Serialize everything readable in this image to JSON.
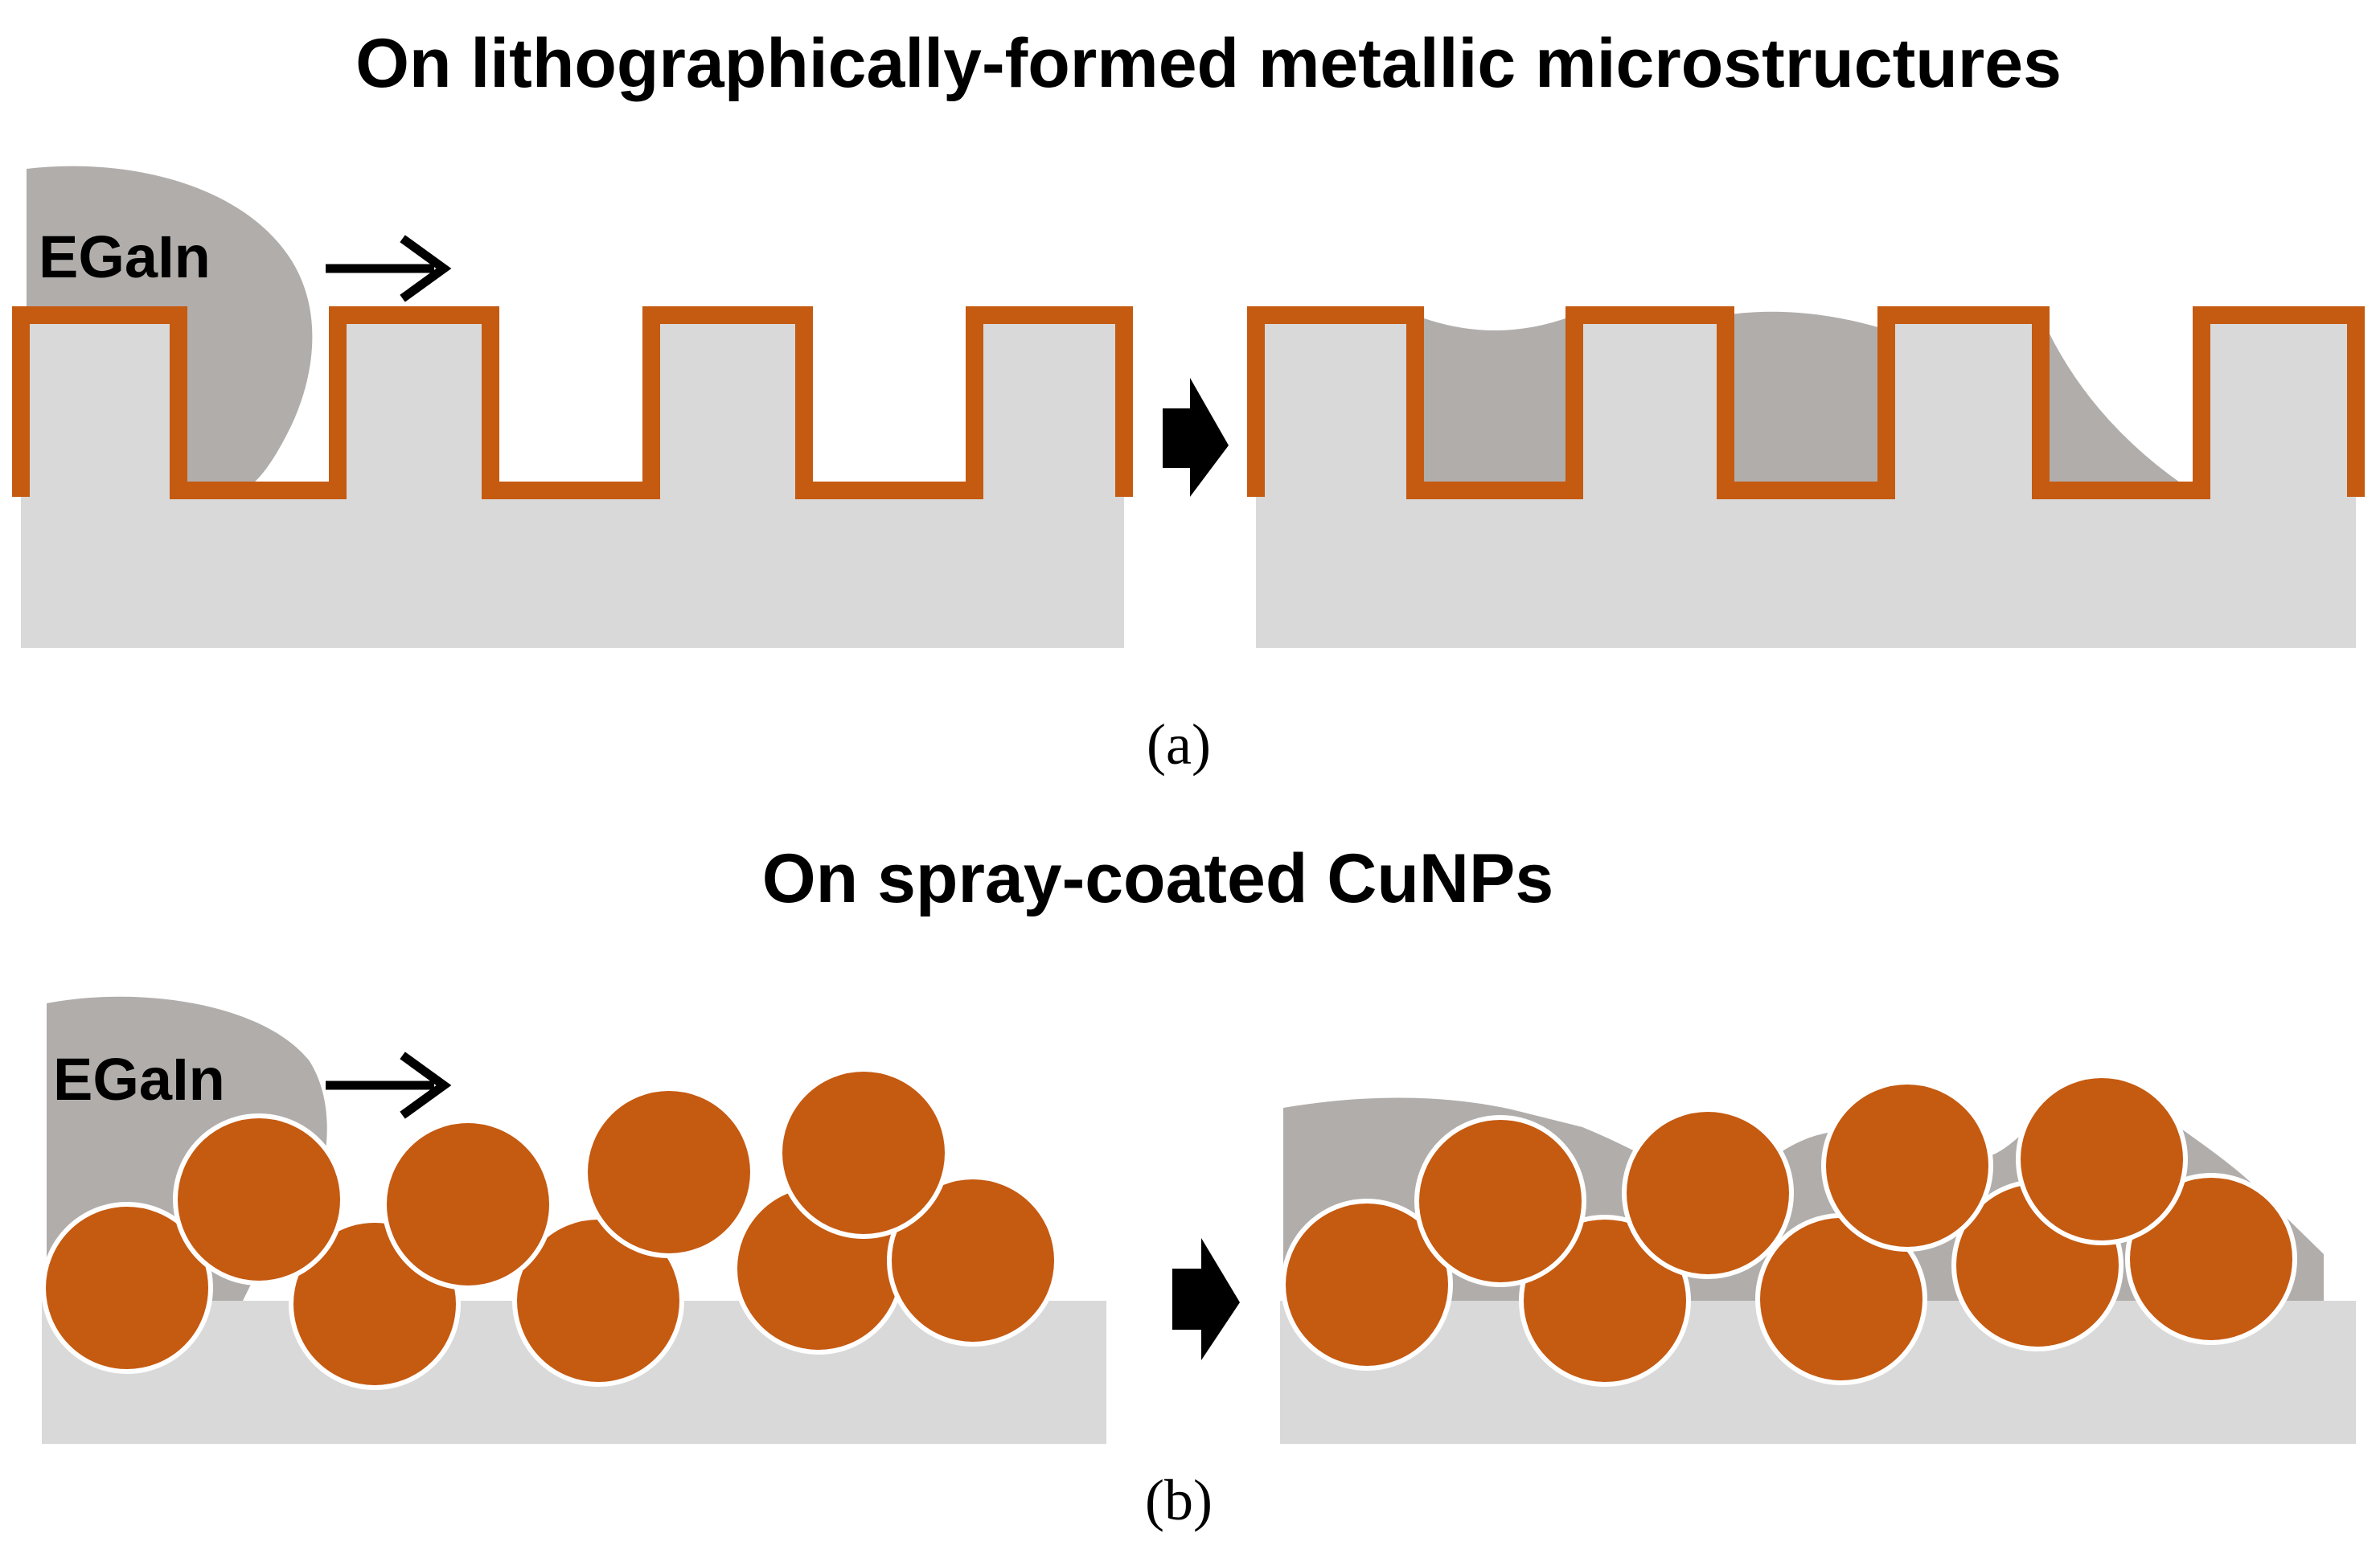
{
  "panel_a": {
    "title": "On lithographically-formed metallic microstructures",
    "egain_label": "EGaIn",
    "caption": "(a)"
  },
  "panel_b": {
    "title": "On spray-coated CuNPs",
    "egain_label": "EGaIn",
    "caption": "(b)"
  },
  "colors": {
    "substrate": "#d9d9d9",
    "egain": "#b1adab",
    "copper": "#c55a11",
    "arrow": "#000000",
    "particle_outline": "#ffffff"
  },
  "icons": {
    "direction_arrow": "right-arrow-icon",
    "process_arrow": "block-arrow-right-icon"
  }
}
